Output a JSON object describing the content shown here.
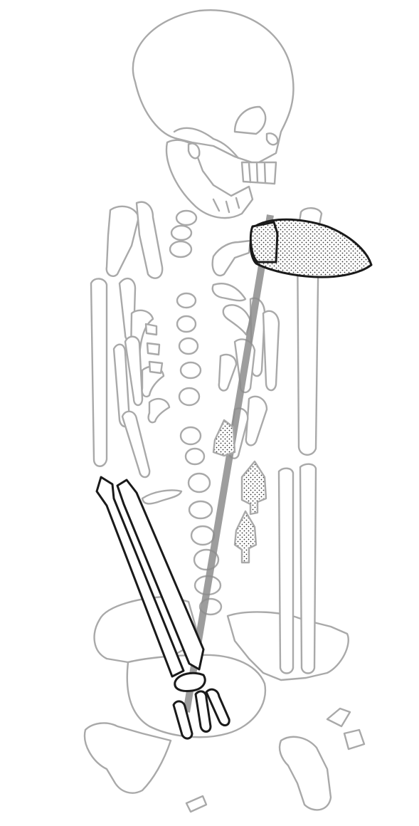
{
  "figure": {
    "colors": {
      "background": "#ffffff",
      "skeleton_outline": "#a9a9a9",
      "artifact_outline": "#1a1a1a",
      "shaft": "#8c8c8c"
    },
    "parts": {
      "skeleton": [
        "skull",
        "mandible",
        "vertebrae",
        "ribs",
        "clavicles",
        "humeri",
        "forearm-bones",
        "pelvis",
        "femur-heads"
      ],
      "artifacts": [
        "axe-head",
        "shaft",
        "arrowheads",
        "bone-points",
        "hand-bones"
      ]
    }
  }
}
